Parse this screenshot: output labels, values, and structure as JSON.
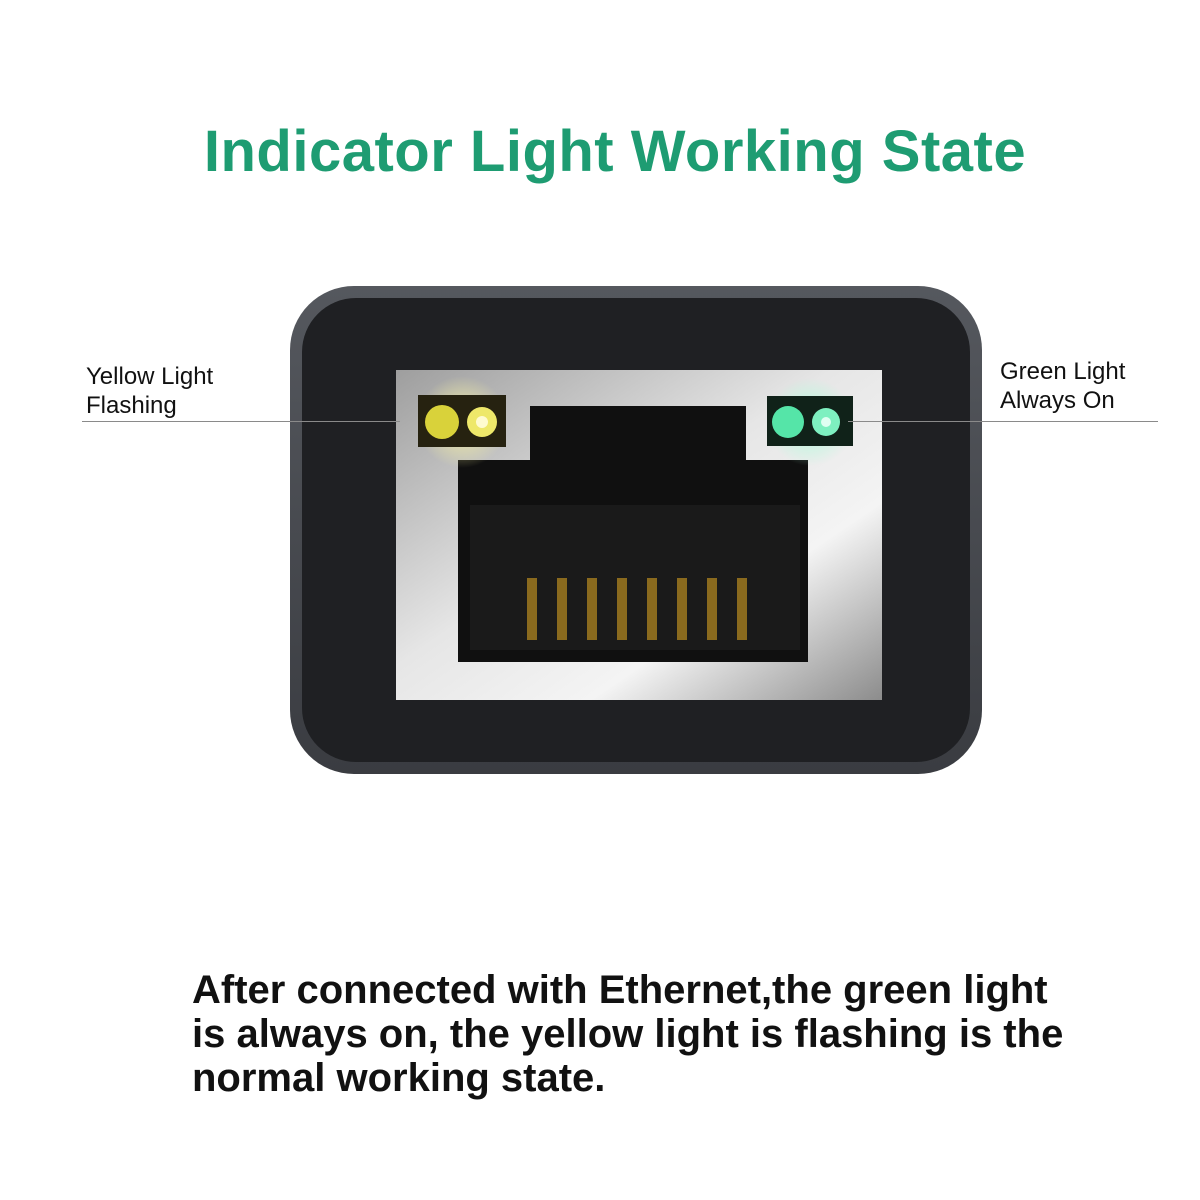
{
  "title": "Indicator Light Working State",
  "callouts": {
    "yellow": {
      "line1": "Yellow Light",
      "line2": "Flashing",
      "color": "#e8e04a"
    },
    "green": {
      "line1": "Green Light",
      "line2": "Always On",
      "color": "#3fe6a6"
    }
  },
  "caption": {
    "line1": "After connected with Ethernet,the green light",
    "line2": "is always on, the yellow light is flashing is the",
    "line3": "normal working state."
  },
  "colors": {
    "title": "#1e9c72",
    "housing": "#3b3d42",
    "port_plate": "#c9c9c9",
    "socket": "#101010",
    "pins": "#8a6a1e"
  },
  "port": {
    "pin_count": 8
  }
}
